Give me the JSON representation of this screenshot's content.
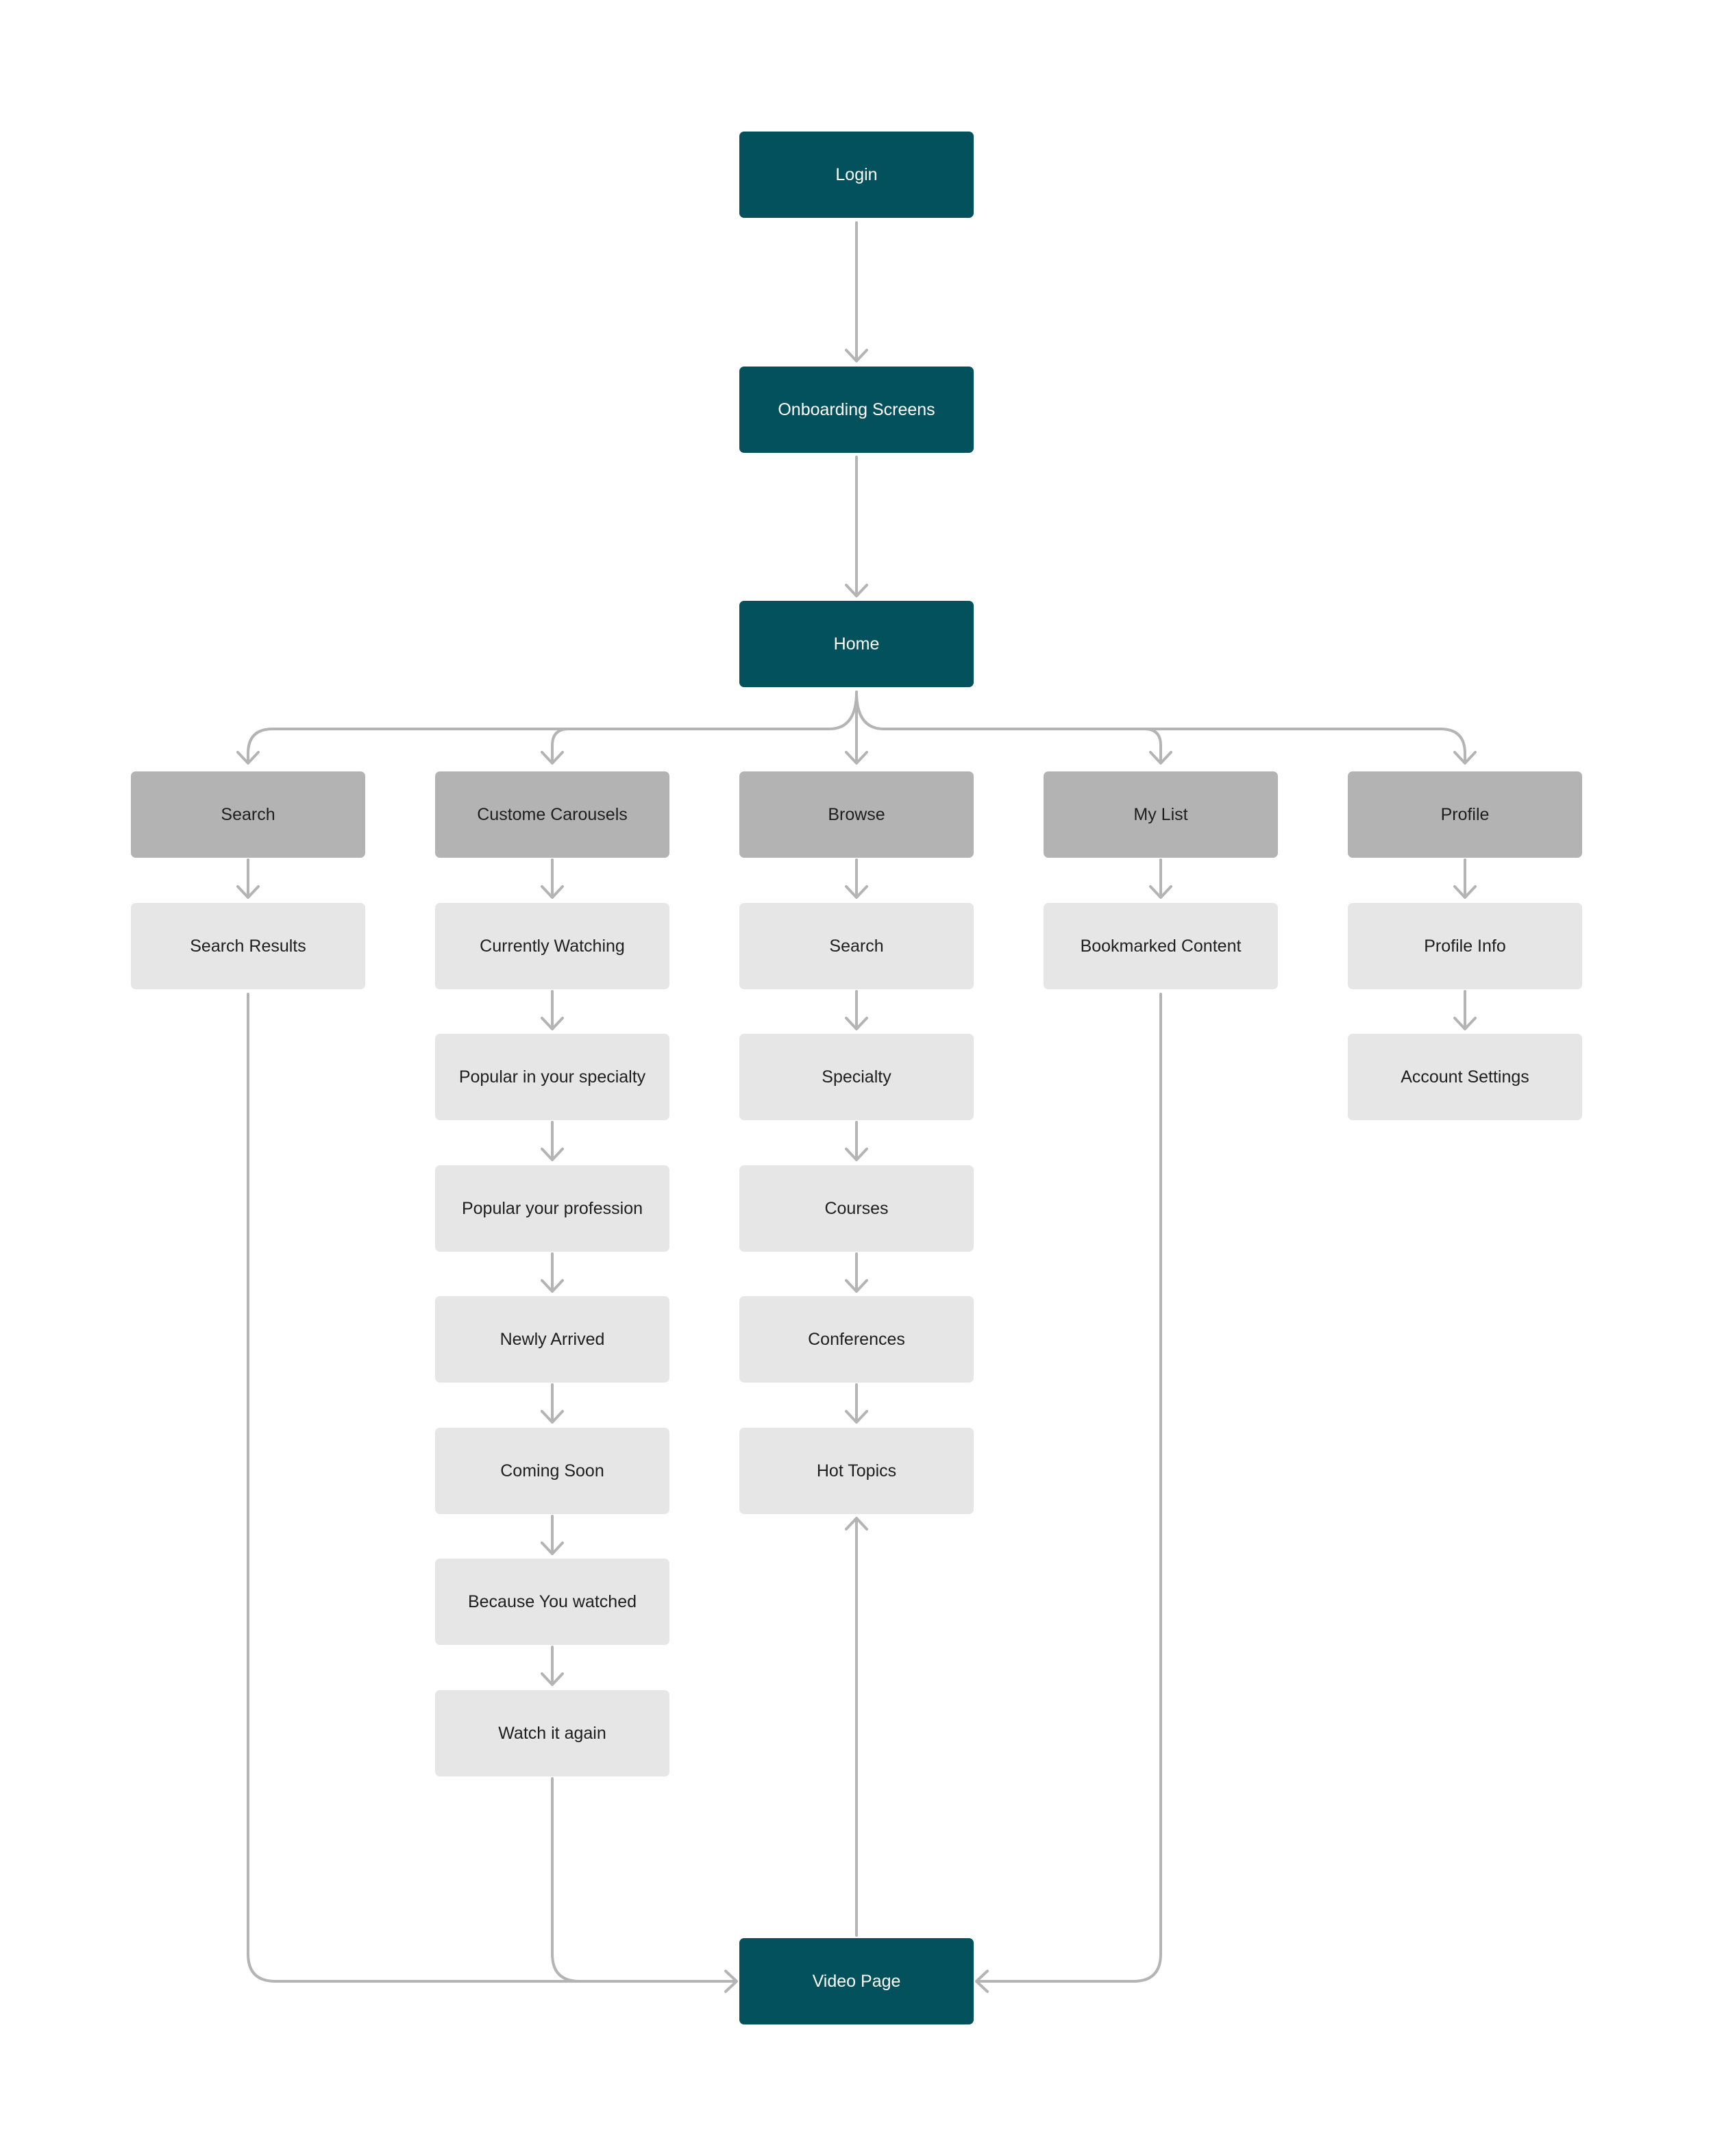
{
  "colors": {
    "primary": "#03515c",
    "section": "#b3b3b3",
    "leaf": "#e6e6e6",
    "connector": "#b4b4b4",
    "background": "#ffffff"
  },
  "nodes": {
    "login": "Login",
    "onboarding": "Onboarding Screens",
    "home": "Home",
    "search": "Search",
    "search_results": "Search Results",
    "custom_carousels": "Custome Carousels",
    "currently_watching": "Currently Watching",
    "popular_specialty": "Popular in your specialty",
    "popular_profession": "Popular your profession",
    "newly_arrived": "Newly Arrived",
    "coming_soon": "Coming Soon",
    "because_you_watched": "Because You watched",
    "watch_it_again": "Watch it again",
    "browse": "Browse",
    "browse_search": "Search",
    "specialty": "Specialty",
    "courses": "Courses",
    "conferences": "Conferences",
    "hot_topics": "Hot Topics",
    "my_list": "My List",
    "bookmarked_content": "Bookmarked Content",
    "profile": "Profile",
    "profile_info": "Profile Info",
    "account_settings": "Account Settings",
    "video_page": "Video Page"
  }
}
